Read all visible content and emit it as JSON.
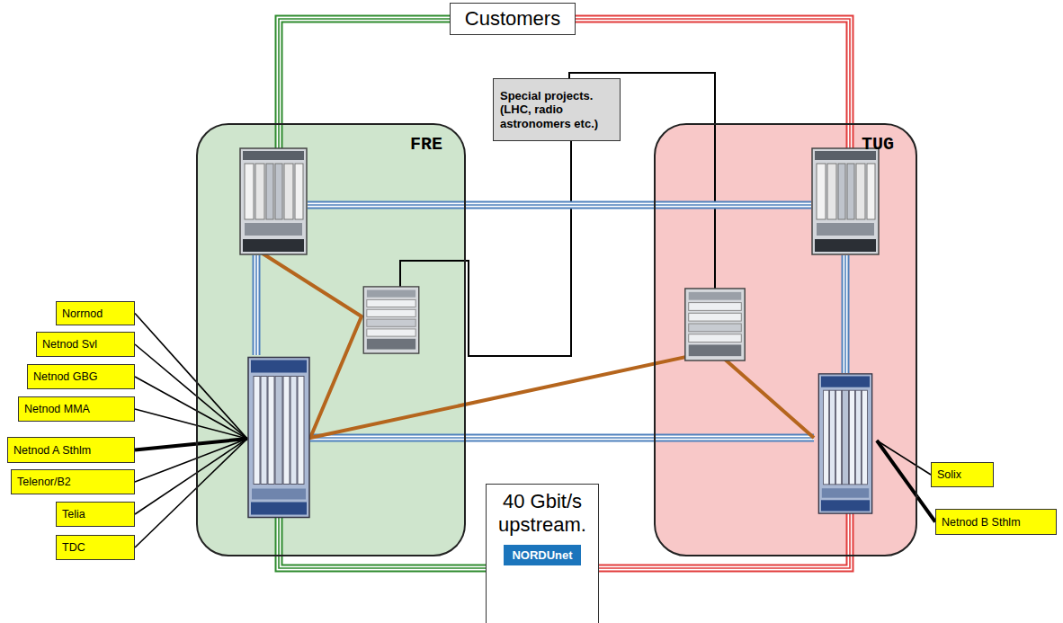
{
  "diagram": {
    "nodes": [
      {
        "text": [
          "Customers"
        ]
      },
      {
        "text": [
          "FRE"
        ]
      },
      {
        "text": [
          "TUG"
        ]
      },
      {
        "text": [
          "Special projects. (LHC, radio astronomers etc.)"
        ]
      },
      {
        "text": [
          "Norrnod"
        ]
      },
      {
        "text": [
          "Netnod Svl"
        ]
      },
      {
        "text": [
          "Netnod GBG"
        ]
      },
      {
        "text": [
          "Netnod MMA"
        ]
      },
      {
        "text": [
          "Netnod A Sthlm"
        ]
      },
      {
        "text": [
          "Telenor/B2"
        ]
      },
      {
        "text": [
          "Telia"
        ]
      },
      {
        "text": [
          "TDC"
        ]
      },
      {
        "text": [
          "Solix"
        ]
      },
      {
        "text": [
          "Netnod B Sthlm"
        ]
      },
      {
        "text": [
          "40 Gbit/s upstream.",
          "NORDUnet"
        ]
      }
    ],
    "edges": [
      {
        "from": 0,
        "to": 1,
        "arrow": "none"
      },
      {
        "from": 0,
        "to": 2,
        "arrow": "none"
      },
      {
        "from": 14,
        "to": 1,
        "arrow": "none"
      },
      {
        "from": 14,
        "to": 2,
        "arrow": "none"
      },
      {
        "from": 3,
        "to": 1,
        "arrow": "none"
      },
      {
        "from": 3,
        "to": 2,
        "arrow": "none"
      },
      {
        "from": 4,
        "to": 1,
        "arrow": "none"
      },
      {
        "from": 5,
        "to": 1,
        "arrow": "none"
      },
      {
        "from": 6,
        "to": 1,
        "arrow": "none"
      },
      {
        "from": 7,
        "to": 1,
        "arrow": "none"
      },
      {
        "from": 8,
        "to": 1,
        "arrow": "none"
      },
      {
        "from": 9,
        "to": 1,
        "arrow": "none"
      },
      {
        "from": 10,
        "to": 1,
        "arrow": "none"
      },
      {
        "from": 11,
        "to": 1,
        "arrow": "none"
      },
      {
        "from": 12,
        "to": 2,
        "arrow": "none"
      },
      {
        "from": 13,
        "to": 2,
        "arrow": "none"
      }
    ]
  }
}
